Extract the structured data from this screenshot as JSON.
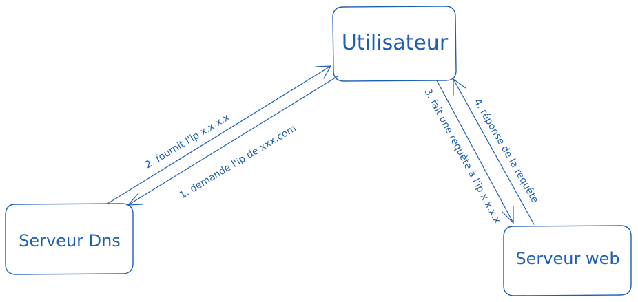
{
  "diagram": {
    "nodes": {
      "user": {
        "label": "Utilisateur"
      },
      "dns": {
        "label": "Serveur Dns"
      },
      "web": {
        "label": "Serveur web"
      }
    },
    "edges": {
      "e1": {
        "label": "1. demande l'ip de xxx.com"
      },
      "e2": {
        "label": "2. fournit l'ip x.x.x.x"
      },
      "e3": {
        "label": "3. fait une requête à l'ip x.x.x.x"
      },
      "e4": {
        "label": "4. réponse de la requête"
      }
    },
    "color": "#1e5fb4"
  }
}
